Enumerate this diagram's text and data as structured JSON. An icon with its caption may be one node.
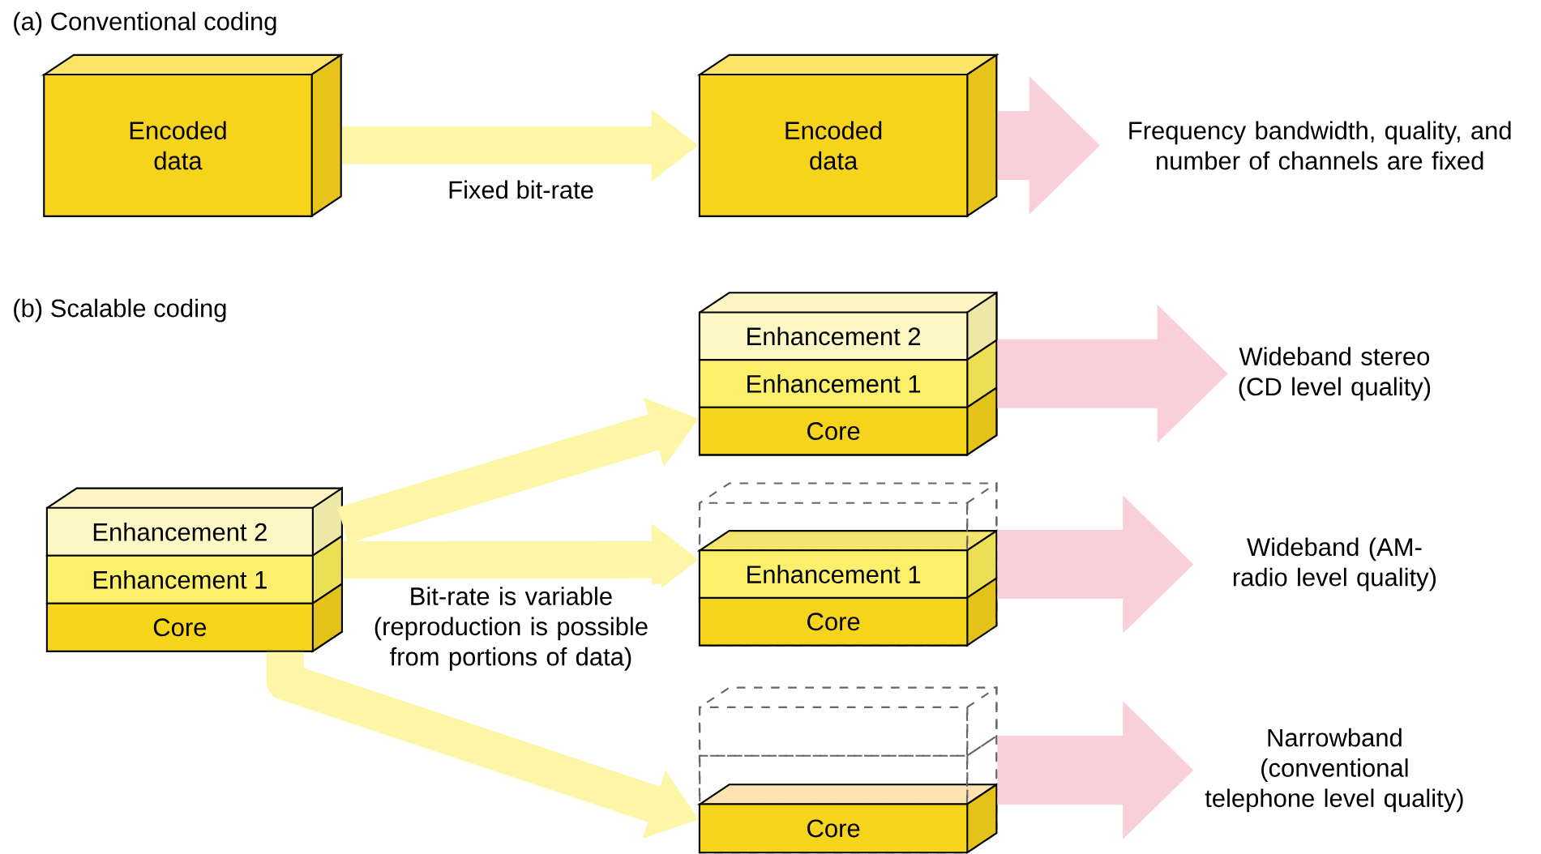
{
  "diagram": {
    "nodes": [
      {
        "text": [
          "Encoded data"
        ]
      },
      {
        "text": [
          "Encoded data"
        ]
      },
      {
        "text": [
          "Frequency bandwidth, quality, and number of channels are fixed"
        ]
      },
      {
        "text": [],
        "shape": "box"
      },
      {
        "text": [
          "Enhancement 2"
        ],
        "in": 3
      },
      {
        "text": [
          "Enhancement 1"
        ],
        "in": 3
      },
      {
        "text": [
          "Core"
        ],
        "in": 3
      },
      {
        "text": [],
        "shape": "box"
      },
      {
        "text": [
          "Enhancement 2"
        ],
        "in": 7
      },
      {
        "text": [
          "Enhancement 1"
        ],
        "in": 7
      },
      {
        "text": [
          "Core"
        ],
        "in": 7
      },
      {
        "text": [
          "Wideband stereo (CD level quality)"
        ]
      },
      {
        "text": [],
        "shape": "box"
      },
      {
        "text": [],
        "shape": "box",
        "in": 12
      },
      {
        "text": [
          "Enhancement 1"
        ],
        "in": 12
      },
      {
        "text": [
          "Core"
        ],
        "in": 12
      },
      {
        "text": [
          "Wideband (AM-radio level quality)"
        ]
      },
      {
        "text": [],
        "shape": "box"
      },
      {
        "text": [],
        "shape": "box",
        "in": 17
      },
      {
        "text": [],
        "shape": "box",
        "in": 17
      },
      {
        "text": [
          "Core"
        ],
        "in": 17
      },
      {
        "text": [
          "Narrowband (conventional telephone level quality)"
        ]
      }
    ],
    "edges": [
      {
        "from": 0,
        "to": 1,
        "arrow": "to",
        "label": "Fixed bit-rate"
      },
      {
        "from": 1,
        "to": 2,
        "arrow": "to",
        "style": "thick",
        "color": "#f9cfd9"
      },
      {
        "from": 3,
        "to": 7,
        "arrow": "to"
      },
      {
        "from": 3,
        "to": 12,
        "arrow": "to",
        "label": "Bit-rate is variable (reproduction is possible from portions of data)"
      },
      {
        "from": 3,
        "to": 17,
        "arrow": "to"
      },
      {
        "from": 7,
        "to": 11,
        "arrow": "to",
        "style": "thick",
        "color": "#f9cfd9"
      },
      {
        "from": 12,
        "to": 16,
        "arrow": "to",
        "style": "thick",
        "color": "#f9cfd9"
      },
      {
        "from": 17,
        "to": 21,
        "arrow": "to",
        "style": "thick",
        "color": "#f9cfd9"
      }
    ],
    "labels": [
      "(a) Conventional coding",
      "(b) Scalable coding"
    ]
  }
}
